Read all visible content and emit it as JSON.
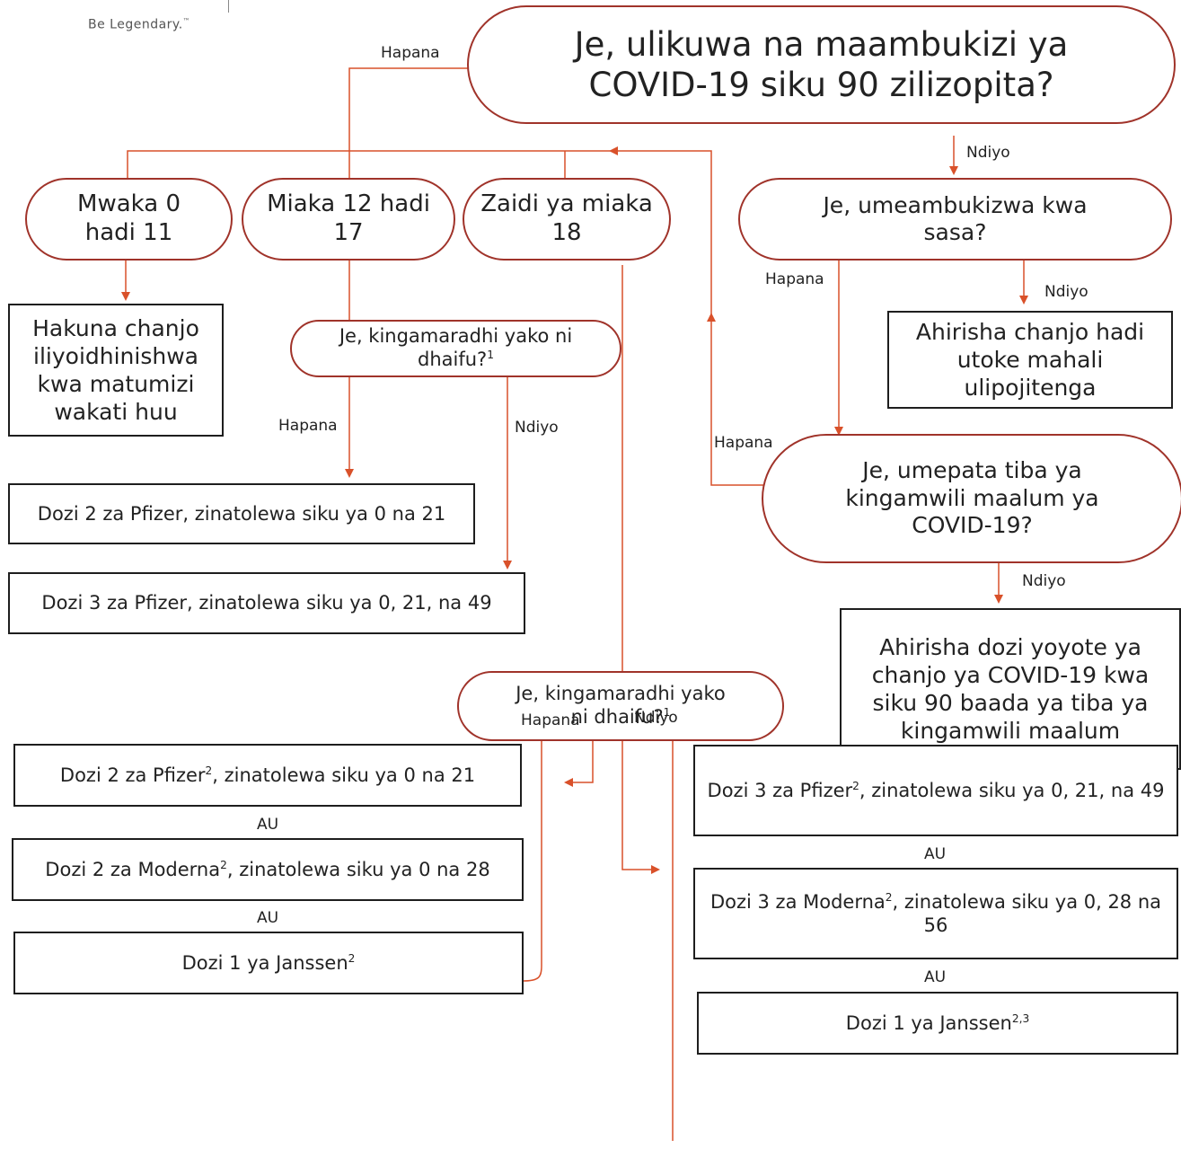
{
  "logo": {
    "tagline": "Be Legendary.",
    "tm": "™"
  },
  "start": {
    "question": "Je, ulikuwa na maambukizi ya COVID-19 siku 90 zilizopita?"
  },
  "age_groups": {
    "g1": "Mwaka 0 hadi 11",
    "g2": "Miaka 12 hadi 17",
    "g3": "Zaidi ya miaka 18"
  },
  "no_vaccine": "Hakuna chanjo iliyoidhinishwa kwa matumizi wakati huu",
  "immune_question": {
    "text": "Je, kingamaradhi yako ni dhaifu?",
    "sup": "1"
  },
  "teen_outcomes": {
    "no": "Dozi 2 za Pfizer, zinatolewa siku ya 0 na 21",
    "yes": "Dozi 3 za Pfizer, zinatolewa siku ya 0, 21, na 49"
  },
  "infected_question": "Je, umeambukizwa kwa sasa?",
  "isolation": "Ahirisha chanjo hadi utoke mahali ulipojitenga",
  "antibody_question": "Je, umepata tiba ya kingamwili maalum ya COVID-19?",
  "antibody_outcome": "Ahirisha dozi yoyote ya chanjo ya COVID-19 kwa siku 90 baada ya tiba ya kingamwili maalum",
  "adult_no": {
    "opt1_pre": "Dozi 2 za Pfizer",
    "opt1_sup": "2",
    "opt1_post": ", zinatolewa siku ya 0 na 21",
    "opt2_pre": "Dozi 2 za Moderna",
    "opt2_sup": "2",
    "opt2_post": ", zinatolewa siku ya 0 na 28",
    "opt3_pre": "Dozi 1 ya Janssen",
    "opt3_sup": "2"
  },
  "adult_yes": {
    "opt1_pre": "Dozi 3 za Pfizer",
    "opt1_sup": "2",
    "opt1_post": ", zinatolewa siku ya 0, 21, na 49",
    "opt2_pre": "Dozi 3 za Moderna",
    "opt2_sup": "2",
    "opt2_post": ", zinatolewa siku ya 0, 28 na 56",
    "opt3_pre": "Dozi 1 ya Janssen",
    "opt3_sup": "2,3"
  },
  "labels": {
    "no": "Hapana",
    "yes": "Ndiyo",
    "or": "AU"
  },
  "colors": {
    "accent": "#d9512a",
    "oval_border": "#a0332a",
    "box_border": "#1e1e1e"
  }
}
